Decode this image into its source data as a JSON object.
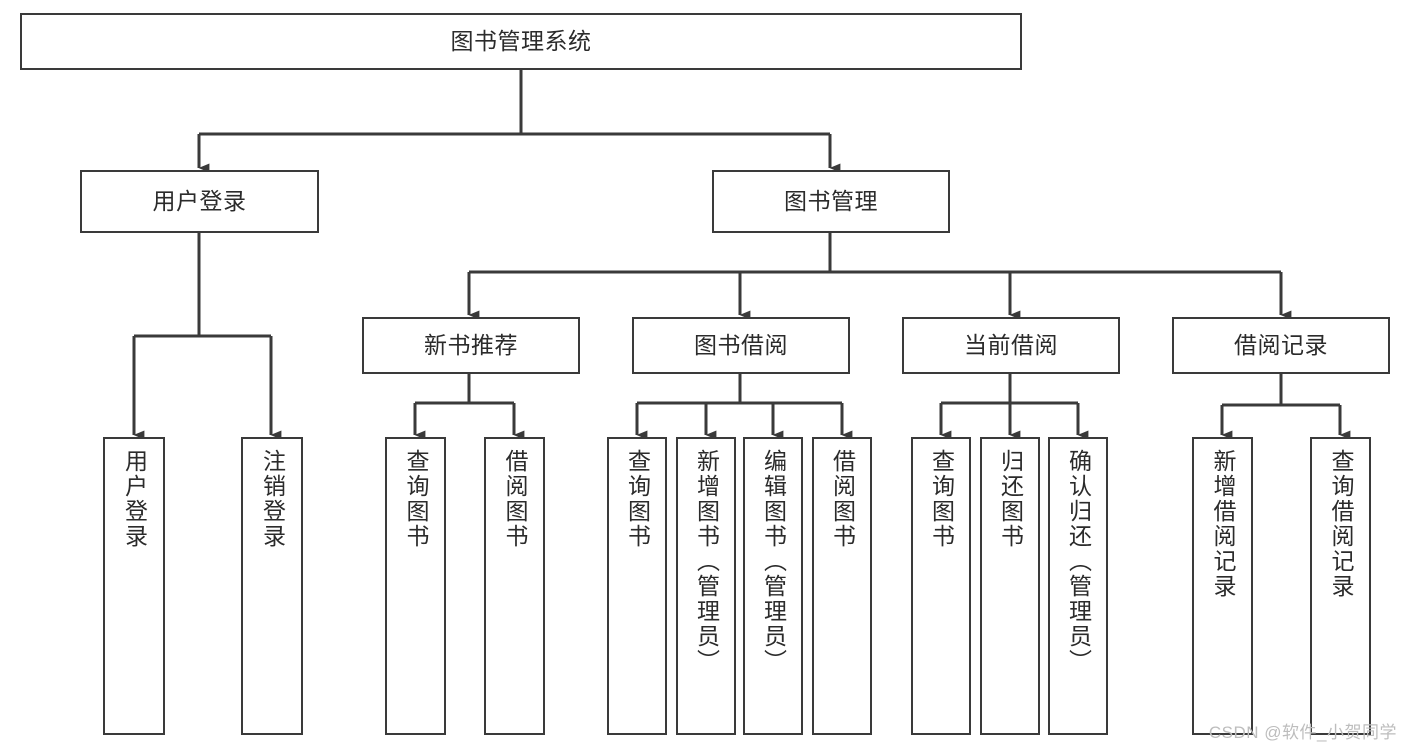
{
  "diagram": {
    "title": "图书管理系统",
    "type": "tree-hierarchy",
    "watermark": "CSDN @软件_小贺同学",
    "colors": {
      "border": "#3a3a3a",
      "text": "#2b2b2b",
      "background": "#ffffff",
      "watermark": "#bdbdbd"
    }
  },
  "nodes": {
    "root": {
      "label": "图书管理系统"
    },
    "level1": [
      {
        "label": "用户登录"
      },
      {
        "label": "图书管理"
      }
    ],
    "level2": [
      {
        "label": "新书推荐"
      },
      {
        "label": "图书借阅"
      },
      {
        "label": "当前借阅"
      },
      {
        "label": "借阅记录"
      }
    ],
    "leaves": {
      "user_login": [
        {
          "label": "用户登录"
        },
        {
          "label": "注销登录"
        }
      ],
      "new_book_recommend": [
        {
          "label": "查询图书"
        },
        {
          "label": "借阅图书"
        }
      ],
      "book_borrow": [
        {
          "label": "查询图书"
        },
        {
          "label": "新增图书（管理员）"
        },
        {
          "label": "编辑图书（管理员）"
        },
        {
          "label": "借阅图书"
        }
      ],
      "current_borrow": [
        {
          "label": "查询图书"
        },
        {
          "label": "归还图书"
        },
        {
          "label": "确认归还（管理员）"
        }
      ],
      "borrow_record": [
        {
          "label": "新增借阅记录"
        },
        {
          "label": "查询借阅记录"
        }
      ]
    }
  }
}
